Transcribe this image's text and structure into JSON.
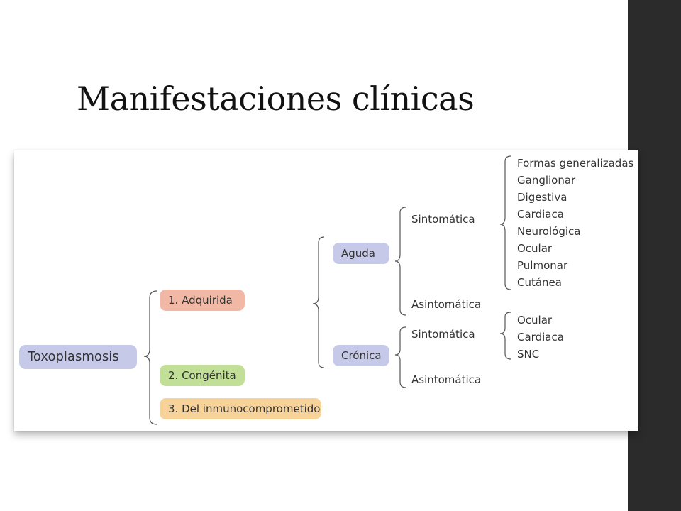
{
  "slide": {
    "title": "Manifestaciones clínicas"
  },
  "diagram": {
    "root": "Toxoplasmosis",
    "categories": [
      "1. Adquirida",
      "2. Congénita",
      "3. Del inmunocomprometido"
    ],
    "acquired_phases": [
      "Aguda",
      "Crónica"
    ],
    "aguda": {
      "sintomatica": "Sintomática",
      "asintomatica": "Asintomática",
      "forms": [
        "Formas generalizadas",
        "Ganglionar",
        "Digestiva",
        "Cardiaca",
        "Neurológica",
        "Ocular",
        "Pulmonar",
        "Cutánea"
      ]
    },
    "cronica": {
      "sintomatica": "Sintomática",
      "asintomatica": "Asintomática",
      "forms": [
        "Ocular",
        "Cardiaca",
        "SNC"
      ]
    }
  },
  "colors": {
    "root": "#c6cae8",
    "adquirida": "#f2b8a6",
    "congenita": "#c2df98",
    "inmuno": "#f7d39a",
    "phase": "#c6cae8",
    "sidebar": "#2b2b2b"
  }
}
